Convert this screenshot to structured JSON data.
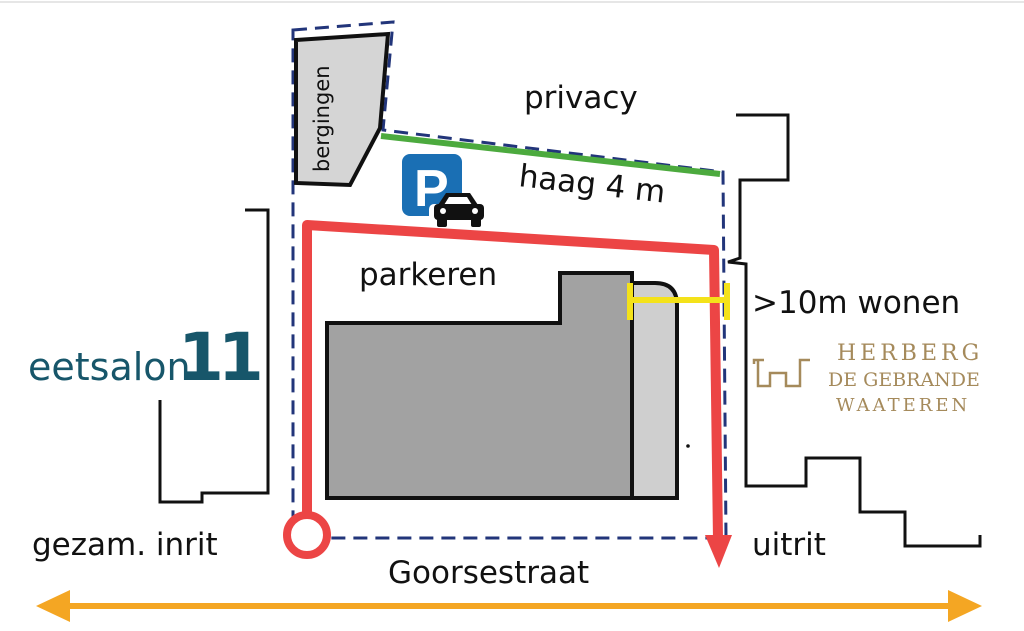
{
  "labels": {
    "bergingen": "bergingen",
    "privacy": "privacy",
    "haag": "haag 4 m",
    "parkeren": "parkeren",
    "wonen": ">10m wonen",
    "inrit": "gezam. inrit",
    "uitrit": "uitrit",
    "street": "Goorsestraat"
  },
  "logos": {
    "eetsalon_text": "eetsalon",
    "eetsalon_number": "11",
    "herberg_line1": "HERBERG",
    "herberg_line2": "DE GEBRANDE",
    "herberg_line3": "WAATEREN"
  },
  "icons": {
    "parking_sign": "P"
  },
  "colors": {
    "outline": "#111111",
    "plot_border": "#22357a",
    "route": "#ec4545",
    "hedge": "#4caa3e",
    "distance_marker": "#f4e21a",
    "street_arrow": "#f4a623",
    "building": "#a2a2a2",
    "building_light": "#cfcfcf",
    "parking_blue": "#1a6fb4",
    "eetsalon_teal": "#17566a",
    "herberg_gold": "#a58a5b"
  }
}
